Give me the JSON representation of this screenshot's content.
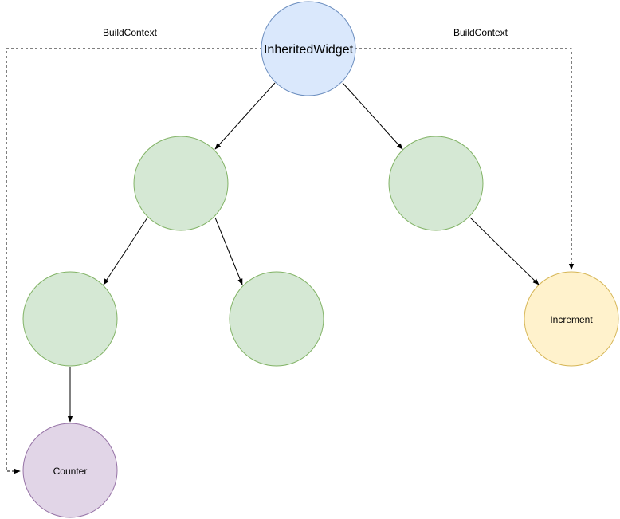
{
  "nodes": {
    "root": {
      "label": "InheritedWidget",
      "fill": "#dae8fc",
      "stroke": "#6c8ebf"
    },
    "mid_left": {
      "label": "",
      "fill": "#d5e8d4",
      "stroke": "#82b366"
    },
    "mid_right": {
      "label": "",
      "fill": "#d5e8d4",
      "stroke": "#82b366"
    },
    "leaf_left": {
      "label": "",
      "fill": "#d5e8d4",
      "stroke": "#82b366"
    },
    "leaf_center": {
      "label": "",
      "fill": "#d5e8d4",
      "stroke": "#82b366"
    },
    "counter": {
      "label": "Counter",
      "fill": "#e1d5e7",
      "stroke": "#9673a6"
    },
    "increment": {
      "label": "Increment",
      "fill": "#fff2cc",
      "stroke": "#d6b656"
    }
  },
  "edge_labels": {
    "left_context": "BuildContext",
    "right_context": "BuildContext"
  }
}
